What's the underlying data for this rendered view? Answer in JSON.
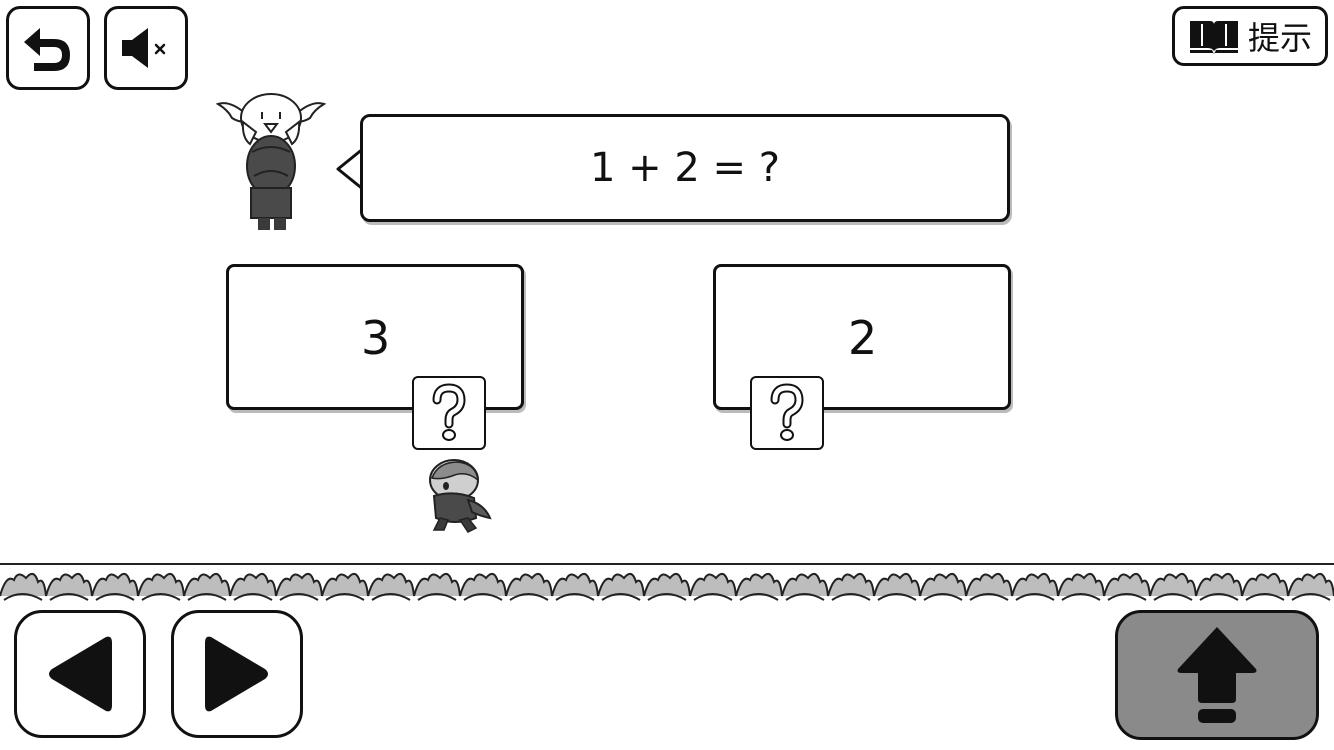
{
  "toolbar": {
    "back_icon": "undo-arrow-icon",
    "sound_icon": "speaker-muted-icon",
    "hint_icon": "open-book-icon",
    "hint_label": "提示"
  },
  "question": {
    "text": "1 + 2 = ?"
  },
  "answers": [
    {
      "label": "3"
    },
    {
      "label": "2"
    }
  ],
  "mystery_blocks": {
    "symbol": "?"
  },
  "controls": {
    "left_icon": "triangle-left-icon",
    "right_icon": "triangle-right-icon",
    "jump_icon": "up-arrow-icon"
  },
  "colors": {
    "ink": "#111111",
    "background": "#ffffff",
    "jump_button": "#8a8a8a",
    "character_dark": "#4a4a4a"
  }
}
